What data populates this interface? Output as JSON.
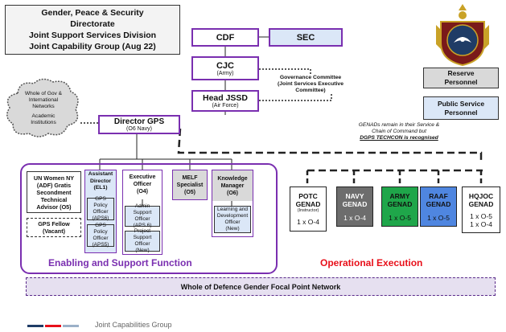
{
  "title": {
    "line1": "Gender, Peace & Security",
    "line2": "Directorate",
    "line3": "Joint Support Services Division",
    "line4": "Joint Capability Group (Aug 22)"
  },
  "chain": {
    "cdf": "CDF",
    "sec": "SEC",
    "cjc": "CJC",
    "cjc_sub": "(Army)",
    "head_jssd": "Head JSSD",
    "head_jssd_sub": "(Air Force)",
    "director": "Director GPS",
    "director_sub": "(O6 Navy)"
  },
  "governance": {
    "line1": "Governance Committee",
    "line2": "(Joint Services Executive",
    "line3": "Committee)"
  },
  "cloud": {
    "line1": "Whole of Gov &",
    "line2": "International",
    "line3": "Networks",
    "line4": "Academic",
    "line5": "Institutions"
  },
  "legend": {
    "reserve1": "Reserve",
    "reserve2": "Personnel",
    "public1": "Public Service",
    "public2": "Personnel"
  },
  "genads_note": {
    "line1": "GENADs remain in their Service &",
    "line2": "Chain of Command but",
    "line3": "DGPS TECHCON is recognised"
  },
  "enabling": {
    "label": "Enabling and Support Function",
    "un_women": [
      "UN Women NY",
      "(ADF) Gratis",
      "Secondment",
      "Technical",
      "Advisor (O5)"
    ],
    "fellow": [
      "GPS Fellow",
      "(Vacant)"
    ],
    "assistant": [
      "Assistant",
      "Director",
      "(EL1)"
    ],
    "gps_policy_1": [
      "GPS Policy",
      "Officer",
      "(APS6)"
    ],
    "gps_policy_2": [
      "GPS Policy",
      "Officer",
      "(APS5)"
    ],
    "exec": [
      "Executive",
      "Officer",
      "(O4)"
    ],
    "admin": [
      "Admin Support",
      "Officer",
      "(APS 6)"
    ],
    "project": [
      "Project Support",
      "Officer",
      "(New)"
    ],
    "melf": [
      "MELF",
      "Specialist",
      "(O5)"
    ],
    "knowledge": [
      "Knowledge",
      "Manager",
      "(O6)"
    ],
    "learning": [
      "Learning and",
      "Development",
      "Officer",
      "(New)"
    ]
  },
  "operational": {
    "label": "Operational Execution",
    "genads": [
      {
        "name1": "POTC",
        "name2": "GENAD",
        "sub": "(Instructor)",
        "rank": "1 x O-4",
        "color": "#ffffff"
      },
      {
        "name1": "NAVY",
        "name2": "GENAD",
        "sub": "",
        "rank": "1 x O-4",
        "color": "#6d6d6d"
      },
      {
        "name1": "ARMY",
        "name2": "GENAD",
        "sub": "",
        "rank": "1 x O-5",
        "color": "#1fa64a"
      },
      {
        "name1": "RAAF",
        "name2": "GENAD",
        "sub": "",
        "rank": "1 x O-5",
        "color": "#4f86e0"
      },
      {
        "name1": "HQJOC",
        "name2": "GENAD",
        "sub": "",
        "rank": "1 x O-5",
        "rank2": "1 x O-4",
        "color": "#ffffff"
      }
    ]
  },
  "network_bar": "Whole of Defence Gender Focal Point Network",
  "footer": "Joint Capabilities Group",
  "colors": {
    "purple": "#7a2fb0",
    "red": "#e8101a",
    "navy": "#1f3c66"
  }
}
